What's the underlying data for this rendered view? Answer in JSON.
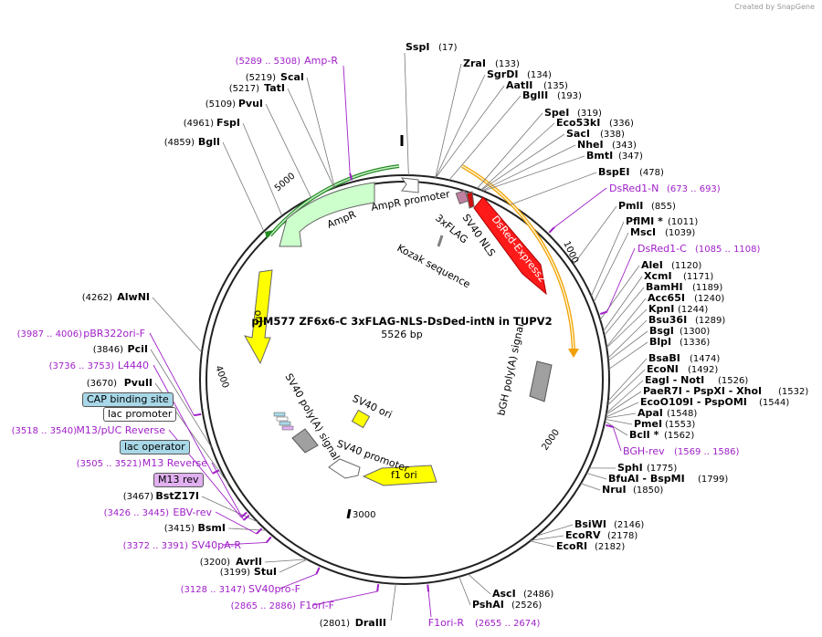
{
  "credit": "Created by SnapGene",
  "plasmid": {
    "name": "pJM577 ZF6x6-C 3xFLAG-NLS-DsDed-intN in TUPV2",
    "length_text": "5526 bp",
    "length": 5526
  },
  "ticks": [
    "1000",
    "2000",
    "3000",
    "4000",
    "5000"
  ],
  "features": [
    {
      "id": "dsred",
      "label": "DsRed-Express2",
      "color": "#ff1a1a"
    },
    {
      "id": "f1ori",
      "label": "f1 ori",
      "color": "#ffff00"
    },
    {
      "id": "ori",
      "label": "ori",
      "color": "#ffff00"
    },
    {
      "id": "ampr",
      "label": "AmpR",
      "color": "#ccffcc"
    },
    {
      "id": "amppromoter",
      "label": "AmpR promoter",
      "color": "#ffffff"
    },
    {
      "id": "sv40promoter",
      "label": "SV40 promoter",
      "color": "#ffffff"
    },
    {
      "id": "sv40ori",
      "label": "SV40 ori",
      "color": "#ffff00"
    },
    {
      "id": "bghpolya",
      "label": "bGH poly(A) signal",
      "color": "#a0a0a0"
    },
    {
      "id": "sv40polya",
      "label": "SV40 poly(A) signal",
      "color": "#a0a0a0"
    },
    {
      "id": "flag",
      "label": "3xFLAG",
      "color": "#c080a0"
    },
    {
      "id": "nls",
      "label": "SV40 NLS",
      "color": "#cc1111"
    },
    {
      "id": "kozak",
      "label": "Kozak sequence",
      "color": "#808080"
    }
  ],
  "enzymes": [
    {
      "name": "SspI",
      "pos": "(17)"
    },
    {
      "name": "ZraI",
      "pos": "(133)"
    },
    {
      "name": "SgrDI",
      "pos": "(134)"
    },
    {
      "name": "AatII",
      "pos": "(135)"
    },
    {
      "name": "BglII",
      "pos": "(193)"
    },
    {
      "name": "SpeI",
      "pos": "(319)"
    },
    {
      "name": "Eco53kI",
      "pos": "(336)"
    },
    {
      "name": "SacI",
      "pos": "(338)"
    },
    {
      "name": "NheI",
      "pos": "(343)"
    },
    {
      "name": "BmtI",
      "pos": "(347)"
    },
    {
      "name": "BspEI",
      "pos": "(478)"
    },
    {
      "name": "PmlI",
      "pos": "(855)"
    },
    {
      "name": "PflMI *",
      "pos": "(1011)"
    },
    {
      "name": "MscI",
      "pos": "(1039)"
    },
    {
      "name": "AleI",
      "pos": "(1120)"
    },
    {
      "name": "XcmI",
      "pos": "(1171)"
    },
    {
      "name": "BamHI",
      "pos": "(1189)"
    },
    {
      "name": "Acc65I",
      "pos": "(1240)"
    },
    {
      "name": "KpnI",
      "pos": "(1244)"
    },
    {
      "name": "Bsu36I",
      "pos": "(1289)"
    },
    {
      "name": "BsgI",
      "pos": "(1300)"
    },
    {
      "name": "BlpI",
      "pos": "(1336)"
    },
    {
      "name": "BsaBI",
      "pos": "(1474)"
    },
    {
      "name": "EcoNI",
      "pos": "(1492)"
    },
    {
      "name": "EagI  - NotI",
      "pos": "(1526)"
    },
    {
      "name": "PaeR7I  - PspXI  - XhoI",
      "pos": "(1532)"
    },
    {
      "name": "EcoO109I  - PspOMI",
      "pos": "(1544)"
    },
    {
      "name": "ApaI",
      "pos": "(1548)"
    },
    {
      "name": "PmeI",
      "pos": "(1553)"
    },
    {
      "name": "BclI *",
      "pos": "(1562)"
    },
    {
      "name": "SphI",
      "pos": "(1775)"
    },
    {
      "name": "BfuAI  - BspMI",
      "pos": "(1799)"
    },
    {
      "name": "NruI",
      "pos": "(1850)"
    },
    {
      "name": "BsiWI",
      "pos": "(2146)"
    },
    {
      "name": "EcoRV",
      "pos": "(2178)"
    },
    {
      "name": "EcoRI",
      "pos": "(2182)"
    },
    {
      "name": "AscI",
      "pos": "(2486)"
    },
    {
      "name": "PshAI",
      "pos": "(2526)"
    },
    {
      "name": "DraIII",
      "pos": "(2801)"
    },
    {
      "name": "StuI",
      "pos": "(3199)"
    },
    {
      "name": "AvrII",
      "pos": "(3200)"
    },
    {
      "name": "BsmI",
      "pos": "(3415)"
    },
    {
      "name": "BstZ17I",
      "pos": "(3467)"
    },
    {
      "name": "PvuII",
      "pos": "(3670)"
    },
    {
      "name": "PciI",
      "pos": "(3846)"
    },
    {
      "name": "AlwNI",
      "pos": "(4262)"
    },
    {
      "name": "BglI",
      "pos": "(4859)"
    },
    {
      "name": "FspI",
      "pos": "(4961)"
    },
    {
      "name": "PvuI",
      "pos": "(5109)"
    },
    {
      "name": "TatI",
      "pos": "(5217)"
    },
    {
      "name": "ScaI",
      "pos": "(5219)"
    }
  ],
  "primers": [
    {
      "name": "Amp-R",
      "pos": "(5289 .. 5308)"
    },
    {
      "name": "DsRed1-N",
      "pos": "(673 .. 693)"
    },
    {
      "name": "DsRed1-C",
      "pos": "(1085 .. 1108)"
    },
    {
      "name": "BGH-rev",
      "pos": "(1569 .. 1586)"
    },
    {
      "name": "F1ori-R",
      "pos": "(2655 .. 2674)"
    },
    {
      "name": "F1ori-F",
      "pos": "(2865 .. 2886)"
    },
    {
      "name": "SV40pro-F",
      "pos": "(3128 .. 3147)"
    },
    {
      "name": "SV40pA-R",
      "pos": "(3372 .. 3391)"
    },
    {
      "name": "EBV-rev",
      "pos": "(3426 .. 3445)"
    },
    {
      "name": "M13 Reverse",
      "pos": "(3505 .. 3521)"
    },
    {
      "name": "M13/pUC Reverse",
      "pos": "(3518 .. 3540)"
    },
    {
      "name": "L4440",
      "pos": "(3736 .. 3753)"
    },
    {
      "name": "pBR322ori-F",
      "pos": "(3987 .. 4006)"
    }
  ],
  "boxes": [
    {
      "label": "CAP binding site",
      "color": "#a8d8e8"
    },
    {
      "label": "lac promoter",
      "color": "#ffffff"
    },
    {
      "label": "lac operator",
      "color": "#a8d8e8"
    },
    {
      "label": "M13 rev",
      "color": "#e0b0f0"
    }
  ],
  "colors": {
    "backbone": "#222222",
    "primer": "#a020c8",
    "orange_arc": "#f0a000",
    "green_arc": "#228b22"
  }
}
